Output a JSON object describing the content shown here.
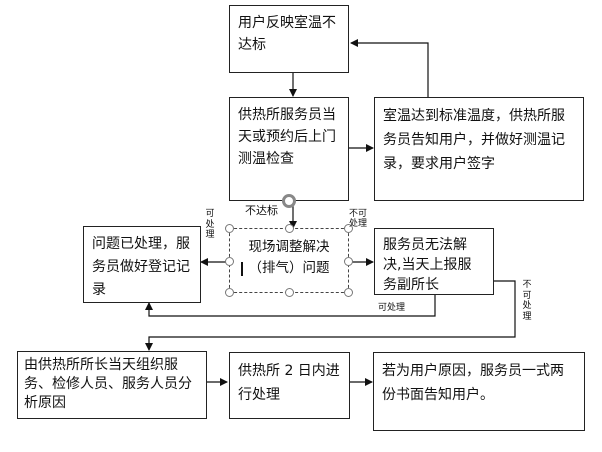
{
  "boxes": {
    "b1": "用户反映室温不达标",
    "b2": "供热所服务员当天或预约后上门测温检查",
    "b3": "室温达到标准温度，供热所服务员告知用户，并做好测温记录，要求用户签字",
    "b4": "问题已处理，服务员做好登记记录",
    "b5_line1": "现场调整解决",
    "b5_line2": "（排气）问题",
    "b6": "服务员无法解决,当天上报服务副所长",
    "b7": "由供热所所长当天组织服务、检修人员、服务人员分析原因",
    "b8": "供热所 2 日内进行处理",
    "b9": "若为用户原因，服务员一式两份书面告知用户。"
  },
  "labels": {
    "not_meet": "不达标",
    "can_handle_left": "可处理",
    "cannot_handle_right": "不可处理",
    "can_handle_bottom": "可处理",
    "cannot_handle_far": "不可处理"
  }
}
